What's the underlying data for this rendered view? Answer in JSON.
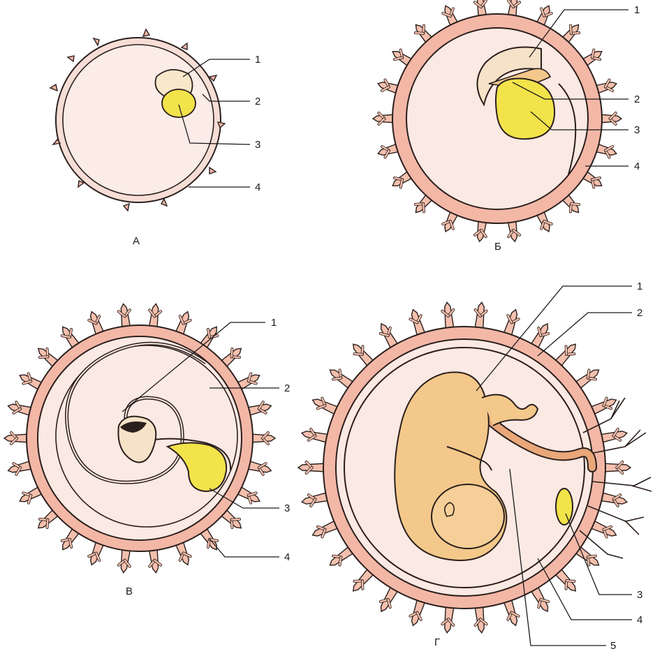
{
  "colors": {
    "chorion": "#f3b7a6",
    "villi": "#f4c0ad",
    "outline": "#2a1f1d",
    "cavity": "#fbe9e3",
    "yolk": "#f2e34b",
    "embryo": "#f3c88a",
    "embryo_light": "#fde7c2",
    "cord": "#e9a77a"
  },
  "panels": [
    {
      "letter": "А",
      "labels": [
        "1",
        "2",
        "3",
        "4"
      ]
    },
    {
      "letter": "Б",
      "labels": [
        "1",
        "2",
        "3",
        "4"
      ]
    },
    {
      "letter": "В",
      "labels": [
        "1",
        "2",
        "3",
        "4"
      ]
    },
    {
      "letter": "Г",
      "labels": [
        "1",
        "2",
        "3",
        "4",
        "5"
      ]
    }
  ]
}
